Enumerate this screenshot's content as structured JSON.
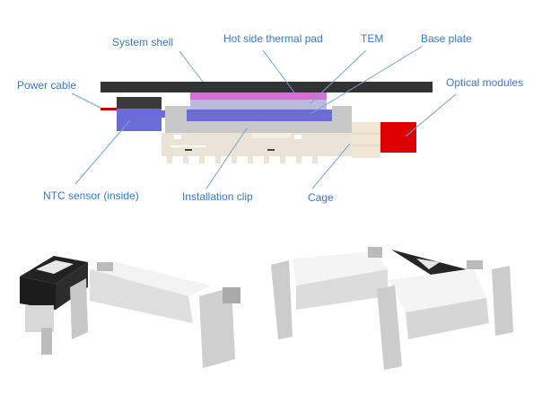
{
  "diagram": {
    "labels": {
      "system_shell": "System shell",
      "hot_side_thermal_pad": "Hot side thermal pad",
      "tem": "TEM",
      "base_plate": "Base plate",
      "power_cable": "Power cable",
      "optical_modules": "Optical modules",
      "ntc_sensor": "NTC sensor (inside)",
      "installation_clip": "Installation clip",
      "cage": "Cage"
    },
    "colors": {
      "label_text": "#3a78c2",
      "leader_line": "#6fa3d8",
      "system_shell": "#333333",
      "thermal_pad": "#d86fd8",
      "tem": "#b8bcd8",
      "base_plate": "#6c6cd8",
      "ntc_sensor": "#6c6cd8",
      "power_cable": "#cc0000",
      "optical_module": "#dd0000",
      "cage": "#c8c8c8",
      "clip": "#ebe4d6"
    }
  },
  "renders": [
    {
      "name": "single-port-assembly"
    },
    {
      "name": "dual-port-assembly"
    }
  ]
}
